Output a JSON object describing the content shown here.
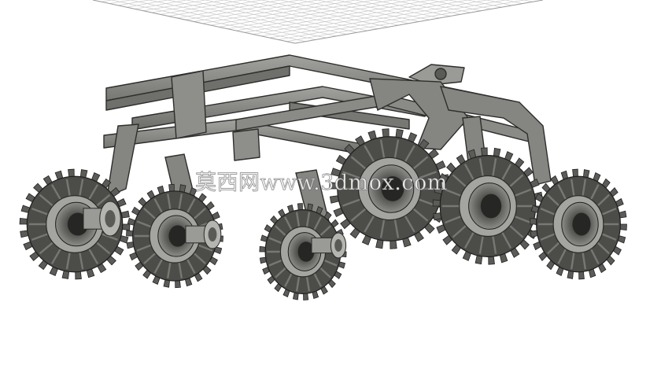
{
  "scene": {
    "subject": "six-wheel-rover-chassis-cad-render",
    "wheel_count": 6,
    "background_color": "#ffffff",
    "grid_color": "#c8c8c8",
    "body_color": "#7d7d79",
    "tire_color": "#4c4c49"
  },
  "watermark": {
    "text": "莫西网www.3dmox.com"
  }
}
